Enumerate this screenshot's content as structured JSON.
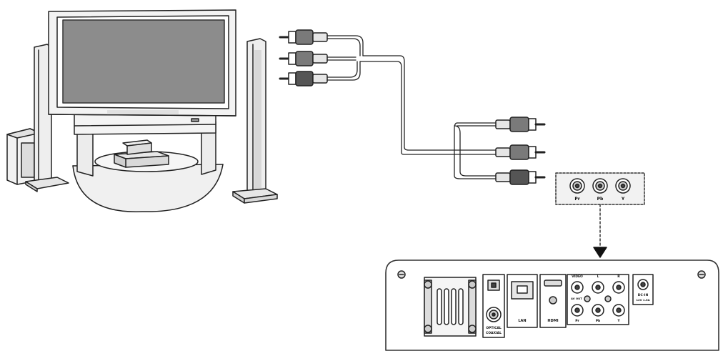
{
  "colors": {
    "line": "#222222",
    "light_gray": "#e6e6e6",
    "mid_gray": "#bdbdbd",
    "dark_gray": "#7a7a7a",
    "screen": "#8c8c8c",
    "background": "#ffffff"
  },
  "icons": {
    "arrow": "arrow-down-icon",
    "plug": "rca-plug-icon",
    "jack": "rca-jack-icon",
    "screw": "screw-icon"
  },
  "jack_panel": {
    "labels": [
      "Pr",
      "Pb",
      "Y"
    ]
  },
  "player_panel": {
    "optical_label": "OPTICAL",
    "coaxial_label": "COAXIAL",
    "lan_label": "LAN",
    "hdmi_label": "HDMI",
    "video_label": "VIDEO",
    "left_label": "L",
    "right_label": "R",
    "av_out_label": "AV OUT",
    "pr_label": "Pr",
    "pb_label": "Pb",
    "y_label": "Y",
    "dc_in_label": "DC-IN",
    "dc_in_spec": "12V 1.5A"
  }
}
